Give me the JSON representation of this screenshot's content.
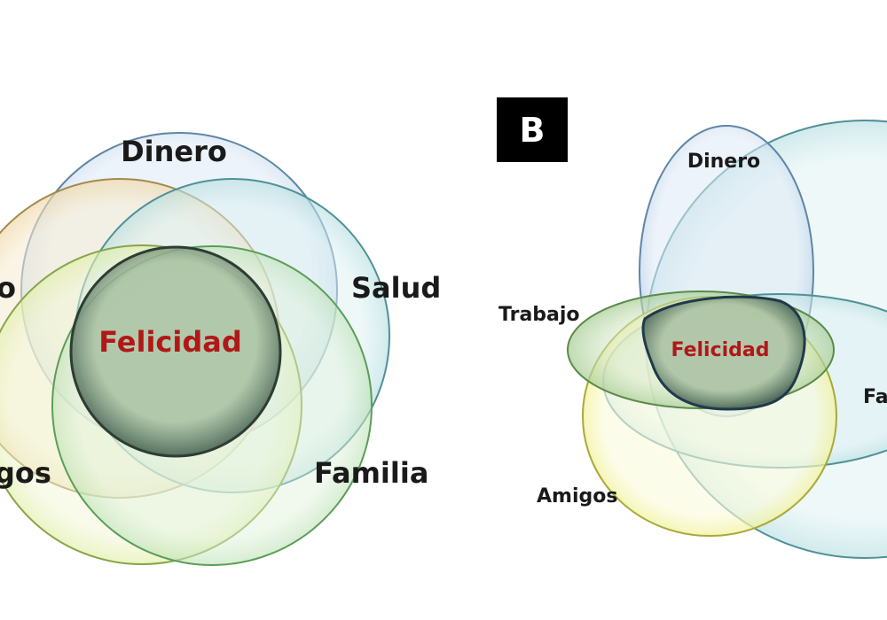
{
  "panel_a": {
    "labels": {
      "dinero": "Dinero",
      "salud": "Salud",
      "familia": "Familia",
      "trabajo_cropped": "o",
      "amigos_cropped": "gos",
      "center": "Felicidad"
    }
  },
  "panel_b": {
    "panel_letter": "B",
    "labels": {
      "dinero": "Dinero",
      "trabajo": "Trabajo",
      "amigos": "Amigos",
      "familia_cropped": "Fa",
      "center": "Felicidad"
    }
  },
  "colors": {
    "dinero": "#c9dcef",
    "trabajo": "#f3e0b8",
    "salud": "#cfe9ec",
    "amigos": "#e9f3c0",
    "familia": "#d4ecd0",
    "felicidad": "#9fb89a",
    "center_text": "#b01818"
  }
}
